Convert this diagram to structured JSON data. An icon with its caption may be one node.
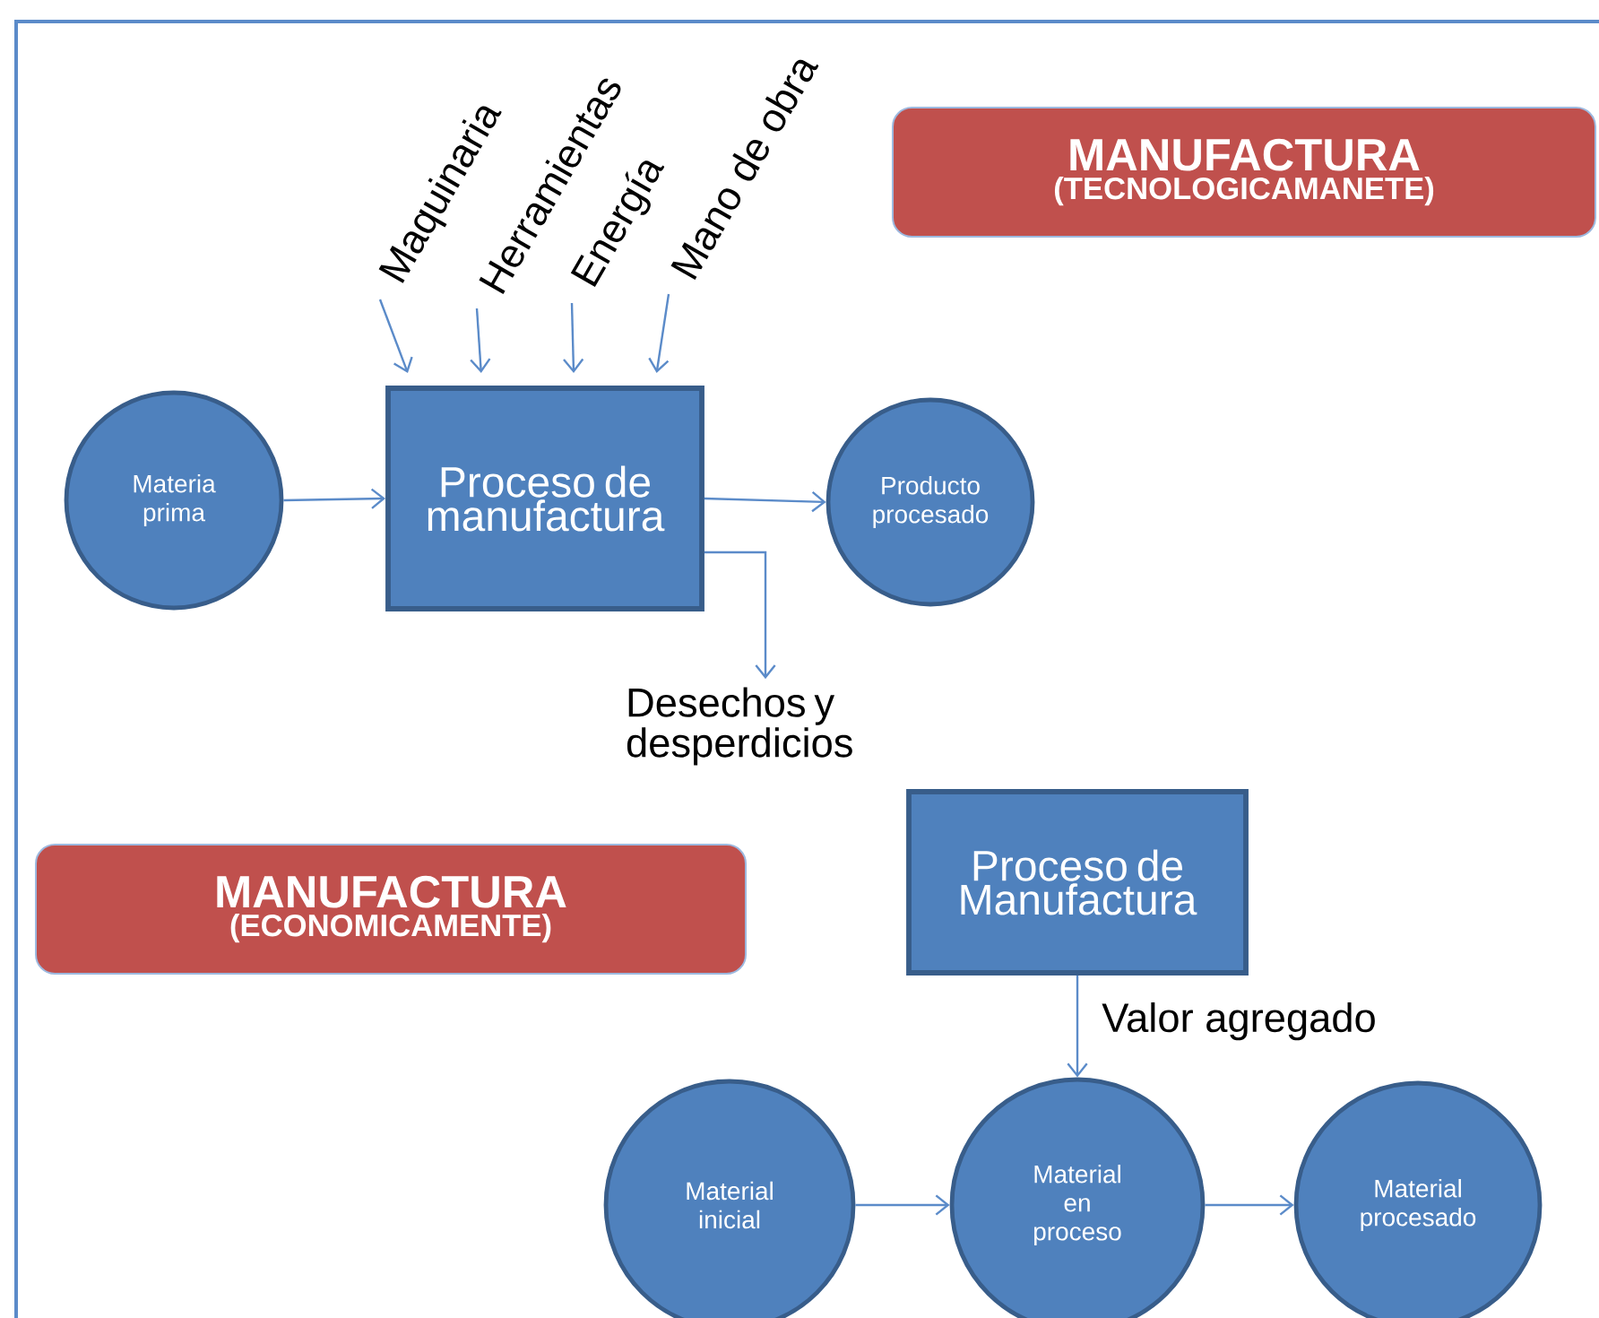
{
  "diagram": {
    "nodes": [
      {
        "text": [
          "MANUFACTURA",
          "(TECNOLOGICAMANETE)"
        ]
      },
      {
        "text": [
          "Materia prima"
        ]
      },
      {
        "text": [
          "Maquinaria"
        ]
      },
      {
        "text": [
          "Herramientas"
        ]
      },
      {
        "text": [
          "Energía"
        ]
      },
      {
        "text": [
          "Mano de obra"
        ]
      },
      {
        "text": [
          "Proceso de manufactura"
        ]
      },
      {
        "text": [
          "Producto procesado"
        ]
      },
      {
        "text": [
          "Desechos y desperdicios"
        ]
      },
      {
        "text": [
          "MANUFACTURA",
          "(ECONOMICAMENTE)"
        ]
      },
      {
        "text": [
          "Proceso de Manufactura"
        ]
      },
      {
        "text": [
          "Material inicial"
        ]
      },
      {
        "text": [
          "Material en proceso"
        ]
      },
      {
        "text": [
          "Material procesado"
        ]
      }
    ],
    "edges": [
      {
        "from": 1,
        "to": 6,
        "arrow": "to"
      },
      {
        "from": 2,
        "to": 6,
        "arrow": "to"
      },
      {
        "from": 3,
        "to": 6,
        "arrow": "to"
      },
      {
        "from": 4,
        "to": 6,
        "arrow": "to"
      },
      {
        "from": 5,
        "to": 6,
        "arrow": "to"
      },
      {
        "from": 6,
        "to": 7,
        "arrow": "to"
      },
      {
        "from": 6,
        "to": 8,
        "arrow": "to"
      },
      {
        "from": 10,
        "to": 12,
        "arrow": "to",
        "label": "Valor agregado"
      },
      {
        "from": 11,
        "to": 12,
        "arrow": "to"
      },
      {
        "from": 12,
        "to": 13,
        "arrow": "to"
      }
    ]
  }
}
